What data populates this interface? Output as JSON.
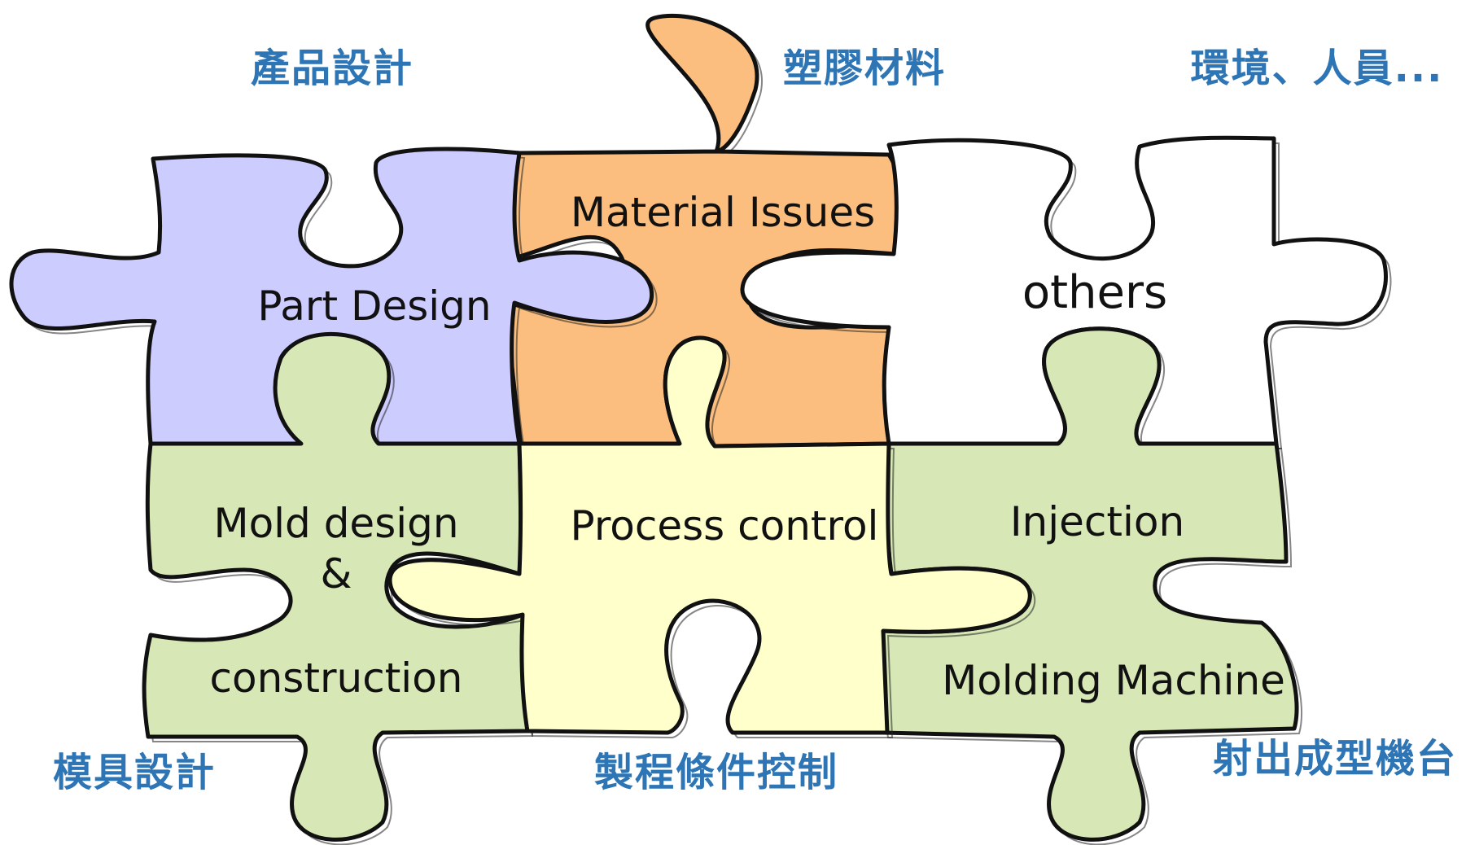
{
  "colors": {
    "lavender": "#CCCCFF",
    "orange": "#FBBE7E",
    "white": "#FFFFFF",
    "green": "#D7E8B6",
    "cream": "#FFFFCC",
    "chinese_text": "#2E75B6",
    "outline": "#111111"
  },
  "pieces": {
    "part_design": {
      "label": "Part Design",
      "chinese": "產品設計"
    },
    "material_issues": {
      "label": "Material Issues",
      "chinese": "塑膠材料"
    },
    "others": {
      "label": "others",
      "chinese": "環境、人員..."
    },
    "mold_design": {
      "line1": "Mold design",
      "line2": "&",
      "line3": "construction",
      "chinese": "模具設計"
    },
    "process_control": {
      "label": "Process control",
      "chinese": "製程條件控制"
    },
    "injection_machine": {
      "line1": "Injection",
      "line2": "Molding Machine",
      "chinese": "射出成型機台"
    }
  }
}
